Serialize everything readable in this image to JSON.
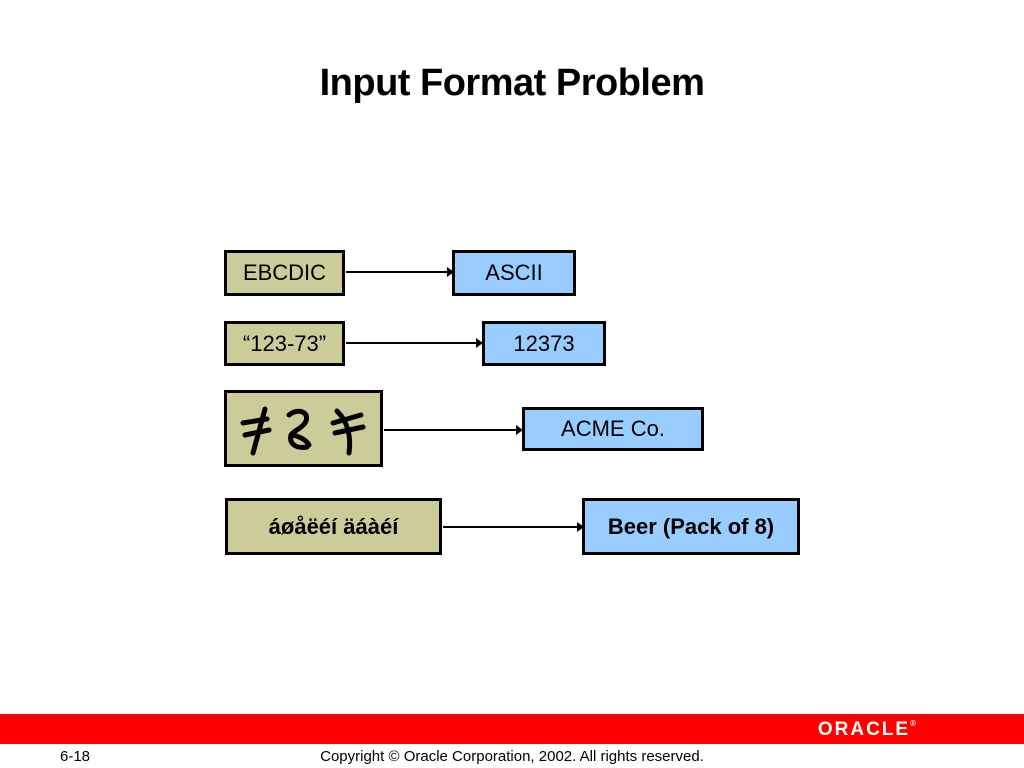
{
  "title": "Input Format Problem",
  "rows": [
    {
      "from": "EBCDIC",
      "to": "ASCII"
    },
    {
      "from": "“123-73”",
      "to": "12373"
    },
    {
      "from_glyph": "symbolic-company-mark",
      "to": "ACME Co."
    },
    {
      "from": "áøåëéí äáàéí",
      "to": "Beer (Pack of 8)"
    }
  ],
  "footer": {
    "logo": "ORACLE",
    "page_number": "6-18",
    "copyright": "Copyright © Oracle Corporation, 2002. All rights reserved."
  },
  "colors": {
    "source_box": "#cccc99",
    "target_box": "#99ccff",
    "footer_bar": "#ff0000"
  }
}
